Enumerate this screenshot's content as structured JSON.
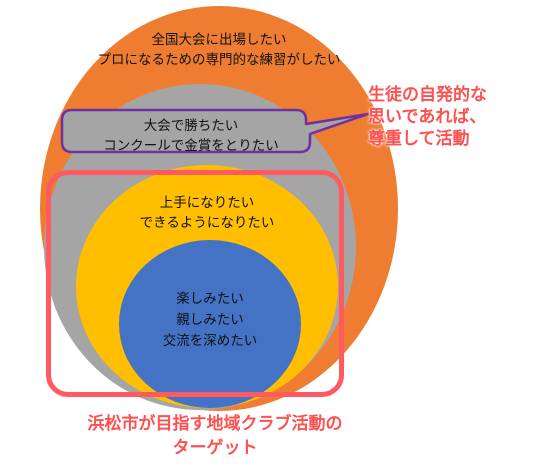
{
  "rings": {
    "outer": {
      "lines": [
        "全国大会に出場したい",
        "プロになるための専門的な練習がしたい"
      ],
      "color": "#ee7d31"
    },
    "second": {
      "lines": [
        "大会で勝ちたい",
        "コンクールで金賞をとりたい"
      ],
      "color": "#a5a5a5"
    },
    "third": {
      "lines": [
        "上手になりたい",
        "できるようになりたい"
      ],
      "color": "#ffbf00"
    },
    "inner": {
      "lines": [
        "楽しみたい",
        "親しみたい",
        "交流を深めたい"
      ],
      "color": "#4472c4"
    }
  },
  "callout": {
    "lines": [
      "生徒の自発的な",
      "思いであれば、",
      "尊重して活動"
    ],
    "border_color": "#7030a0"
  },
  "target_label": {
    "lines": [
      "浜松市が目指す地域クラブ活動の",
      "ターゲット"
    ],
    "color": "#ff5050"
  }
}
